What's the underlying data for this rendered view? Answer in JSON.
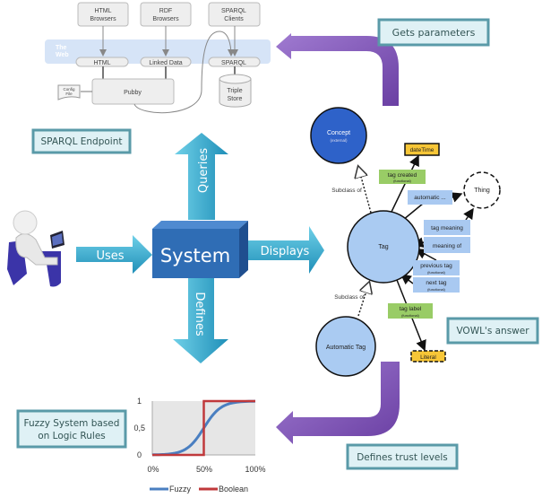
{
  "architecture": {
    "clients": [
      "HTML Browsers",
      "RDF Browsers",
      "SPARQL Clients"
    ],
    "clients_lines": [
      [
        "HTML",
        "Browsers"
      ],
      [
        "RDF",
        "Browsers"
      ],
      [
        "SPARQL",
        "Clients"
      ]
    ],
    "web_label": [
      "The",
      "Web"
    ],
    "interfaces": [
      "HTML",
      "Linked Data",
      "SPARQL"
    ],
    "server": "Pubby",
    "config": [
      "Config",
      "File"
    ],
    "store": [
      "Triple",
      "Store"
    ]
  },
  "callouts": {
    "gets_parameters": "Gets parameters",
    "sparql_endpoint": "SPARQL Endpoint",
    "vowl_answer": "VOWL's answer",
    "defines_trust": "Defines trust levels",
    "fuzzy_system": [
      "Fuzzy System based",
      "on Logic Rules"
    ]
  },
  "system": {
    "title": "System",
    "uses": "Uses",
    "queries": "Queries",
    "displays": "Displays",
    "defines": "Defines"
  },
  "vowl": {
    "concept": "Concept",
    "concept_sub": "(external)",
    "tag": "Tag",
    "automatic_tag": "Automatic Tag",
    "thing": "Thing",
    "datetime": "dateTime",
    "literal": "Literal",
    "subclass_of": "Subclass of",
    "functional": "(functional)",
    "tag_created": "tag created",
    "automatic": "automatic ...",
    "tag_meaning": "tag meaning",
    "meaning_of": "meaning of",
    "previous_tag": "previous tag",
    "next_tag": "next tag",
    "tag_label": "tag label"
  },
  "fuzzy_chart": {
    "y_ticks": [
      "1",
      "0,5",
      "0"
    ],
    "x_ticks": [
      "0%",
      "50%",
      "100%"
    ],
    "legend": [
      "Fuzzy",
      "Boolean"
    ]
  },
  "colors": {
    "arrow_teal": "#2aa6c9",
    "system_blue": "#2f6db5",
    "purple": "#7a4fb0",
    "concept_blue": "#2e62c9",
    "class_light": "#aacbf2",
    "datatype_yellow": "#f7c637",
    "property_green": "#99cc66",
    "property_blue": "#a9c9f1",
    "fuzzy_line": "#4a7fc1",
    "boolean_line": "#c0393b"
  }
}
